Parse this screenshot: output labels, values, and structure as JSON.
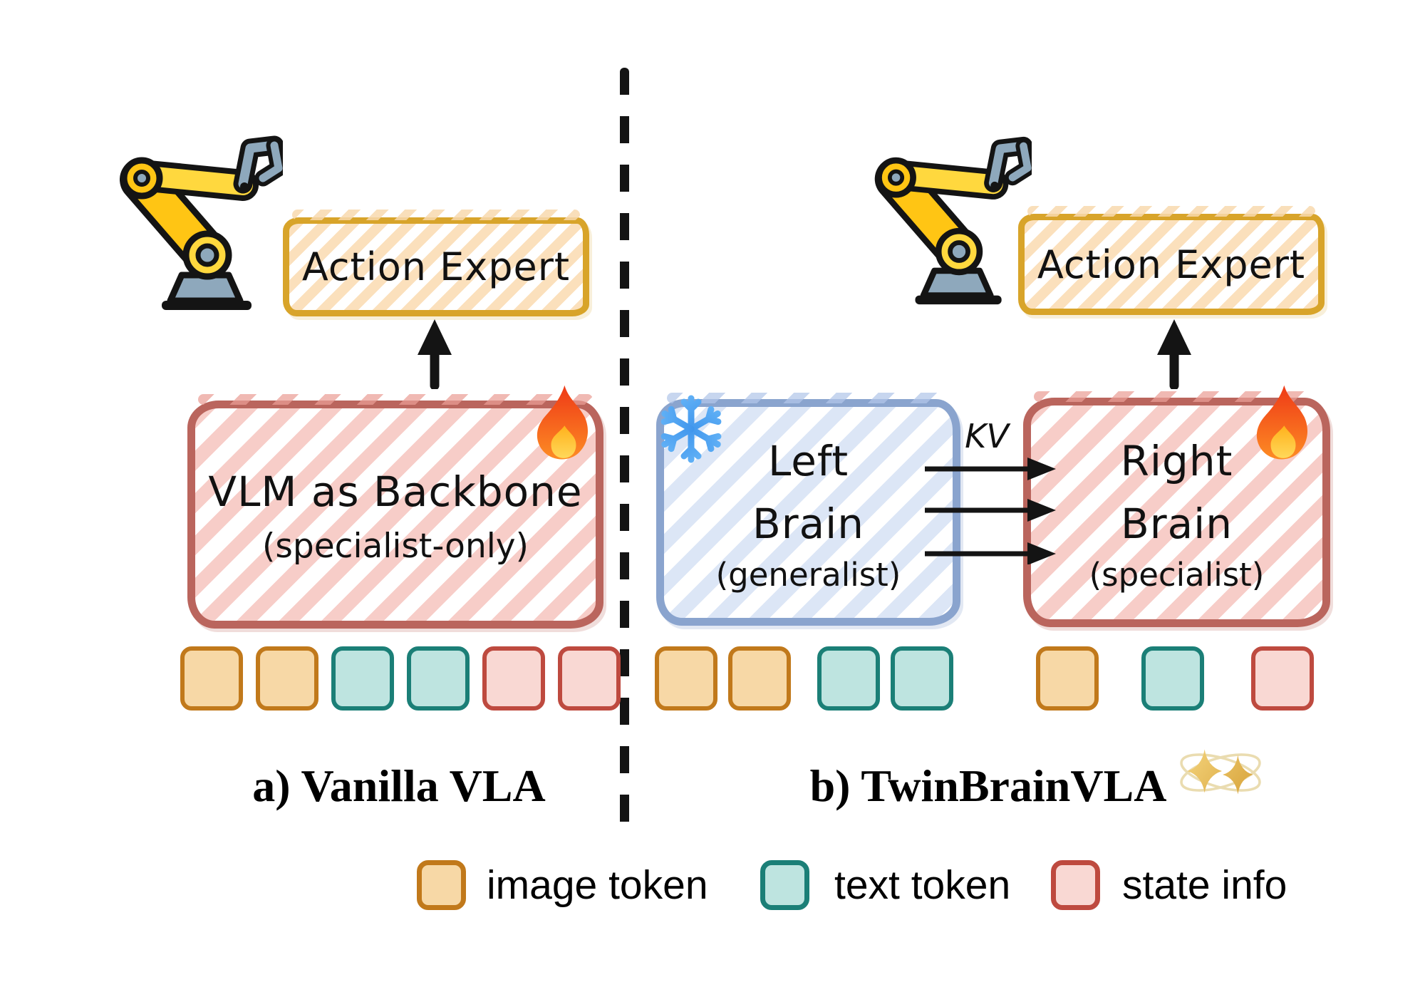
{
  "panel_a": {
    "caption": "a) Vanilla VLA",
    "action_expert": "Action Expert",
    "backbone_title": "VLM as Backbone",
    "backbone_subtitle": "(specialist-only)",
    "trainable_icon": "fire-icon",
    "tokens": [
      "image",
      "image",
      "text",
      "text",
      "state",
      "state"
    ]
  },
  "panel_b": {
    "caption": "b) TwinBrainVLA",
    "action_expert": "Action Expert",
    "kv_label": "KV",
    "left_brain": {
      "line1": "Left",
      "line2": "Brain",
      "subtitle": "(generalist)",
      "frozen_icon": "snowflake-icon"
    },
    "right_brain": {
      "line1": "Right",
      "line2": "Brain",
      "subtitle": "(specialist)",
      "trainable_icon": "fire-icon"
    },
    "tokens": [
      "image",
      "image",
      "text",
      "text",
      "image",
      "text",
      "state"
    ]
  },
  "legend": {
    "items": [
      {
        "type": "image",
        "label": "image token"
      },
      {
        "type": "text",
        "label": "text token"
      },
      {
        "type": "state",
        "label": "state info"
      }
    ]
  },
  "colors": {
    "image_token_fill": "#F7D8A6",
    "image_token_border": "#C1791B",
    "text_token_fill": "#BEE4E0",
    "text_token_border": "#1B7F77",
    "state_token_fill": "#F9D8D3",
    "state_token_border": "#BE4A3F",
    "action_expert_border": "#D8A42A",
    "action_expert_stripe": "#FBE0BC",
    "specialist_border": "#BA655D",
    "specialist_stripe": "#F7CDC8",
    "generalist_border": "#8AA4CE",
    "generalist_stripe": "#DCE6F6",
    "arrow": "#141414"
  }
}
